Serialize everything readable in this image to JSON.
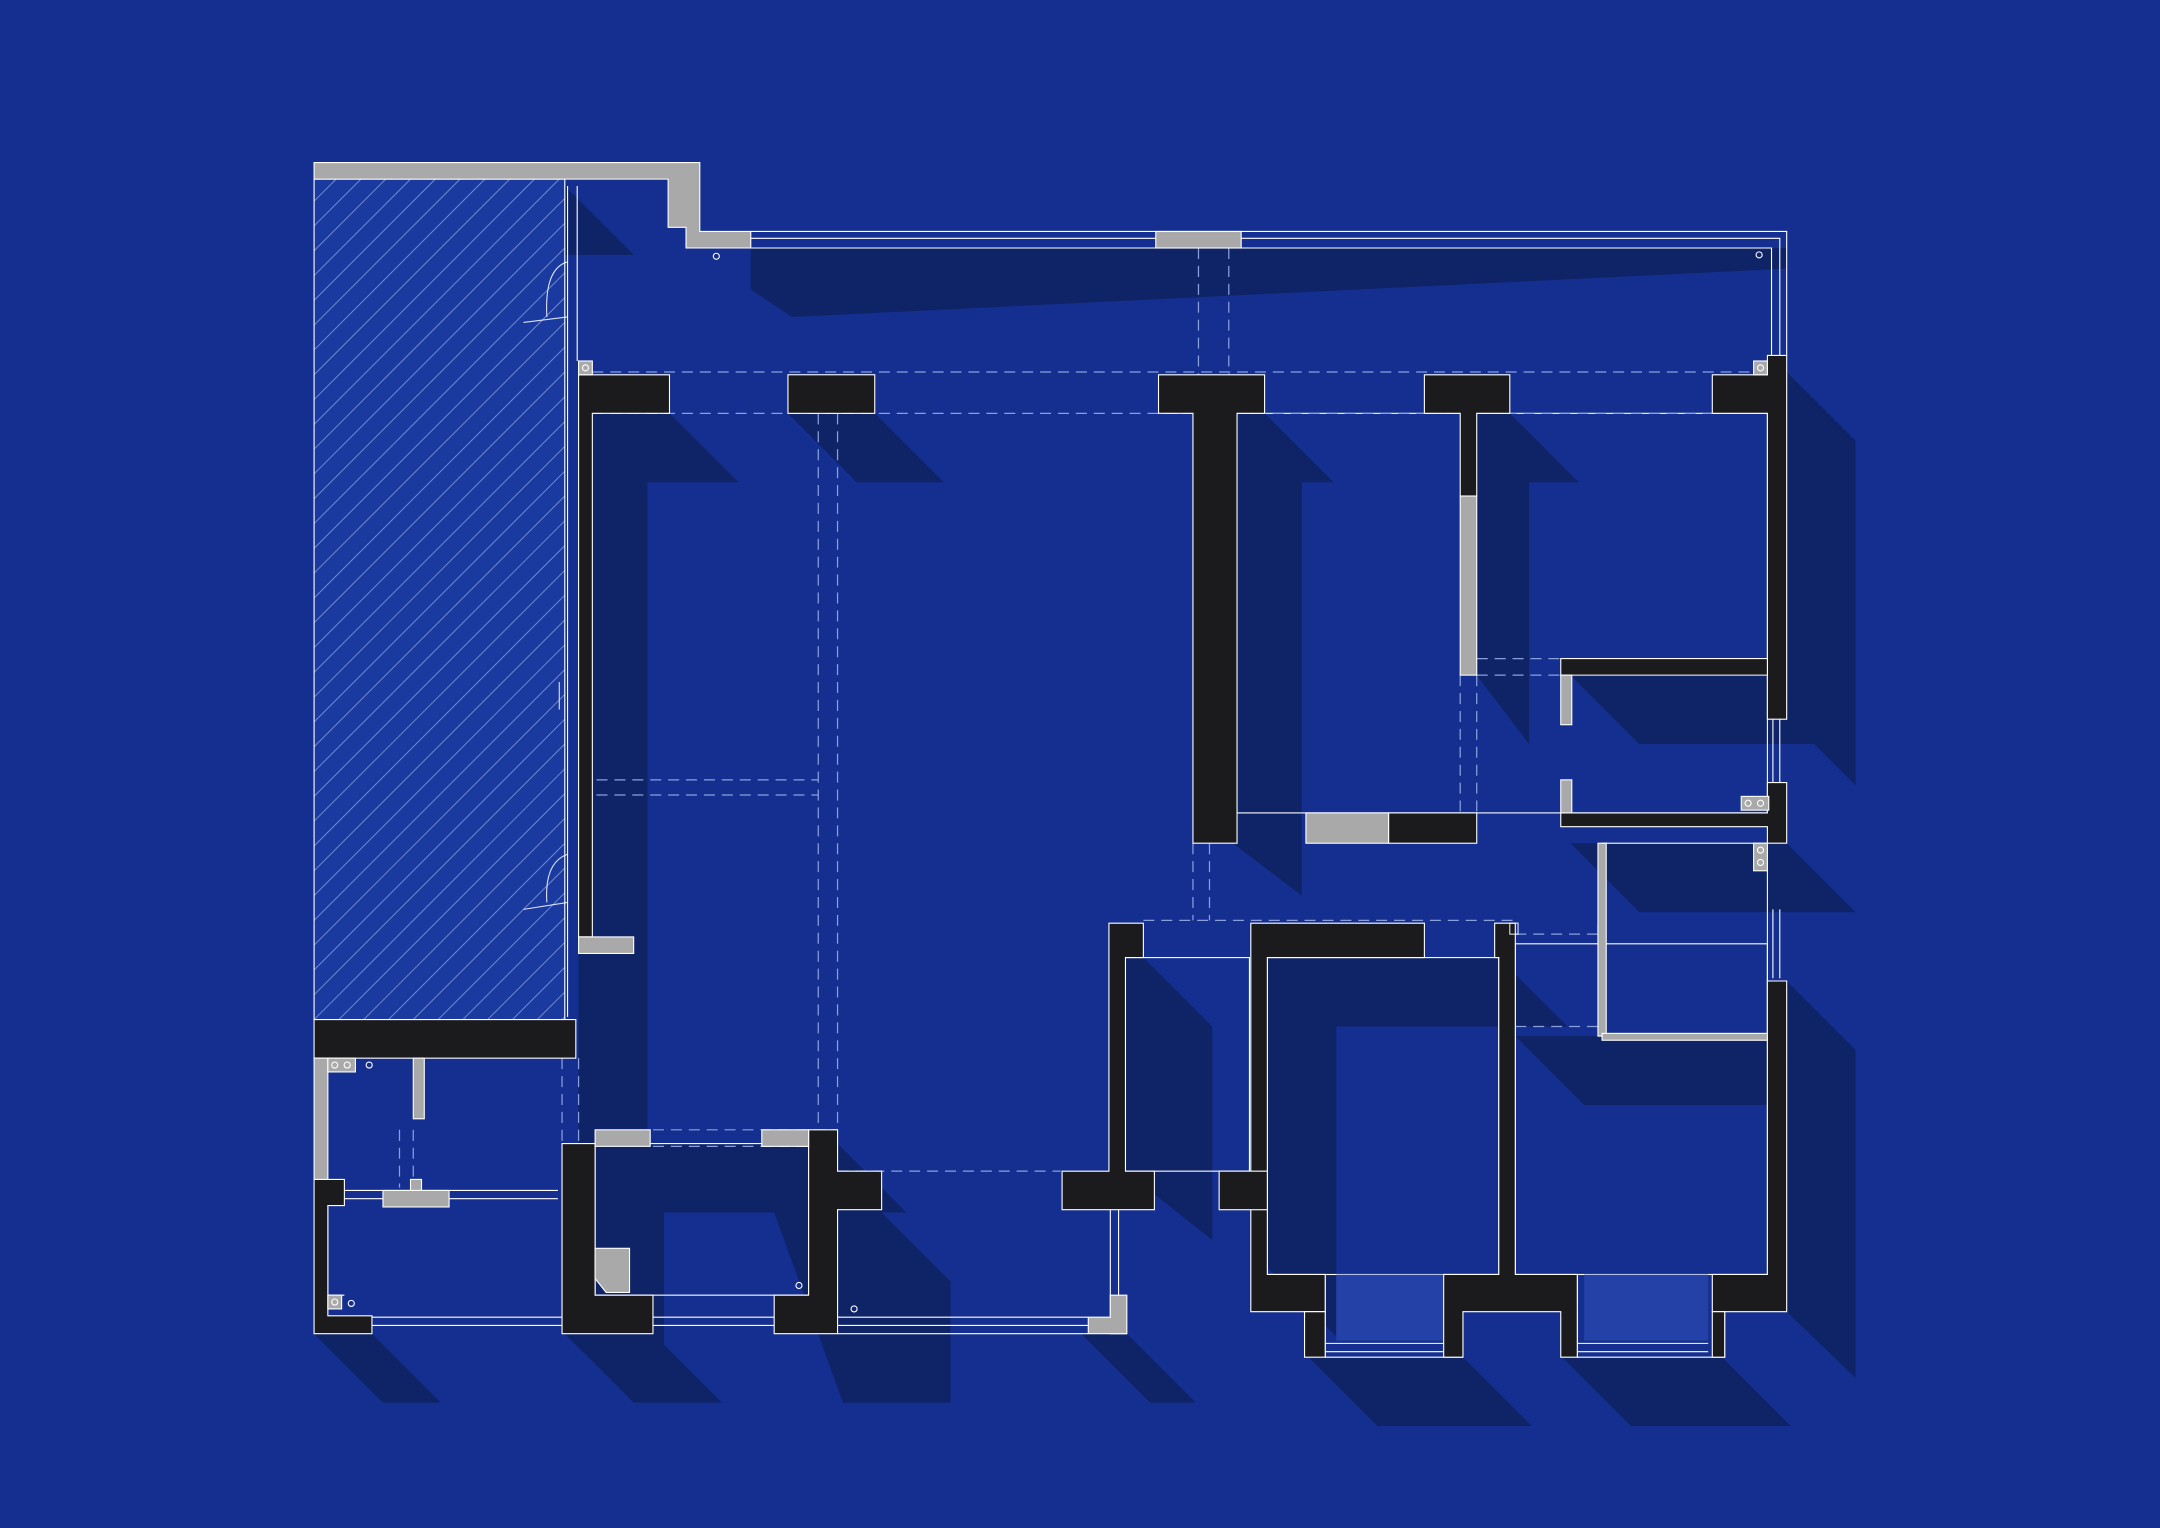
{
  "colors": {
    "background": "#142f8f",
    "shadow": "#0f2367",
    "wall": "#1b1b1d",
    "partition": "#a9a9a9",
    "line": "#ffffff",
    "dashed": "#8aa0dd",
    "balcony_fill": "#1a3aa0"
  },
  "icons": {
    "structural_wall": "black-wall",
    "partition_wall": "gray-wall",
    "window": "window-lines",
    "door": "door-swing",
    "drain": "drain-icon",
    "beam_line": "dashed-beam"
  },
  "rooms": [
    {
      "id": "balcony-west",
      "name": ""
    },
    {
      "id": "living",
      "name": ""
    },
    {
      "id": "kitchen",
      "name": ""
    },
    {
      "id": "bedroom-north",
      "name": ""
    },
    {
      "id": "bedroom-east",
      "name": ""
    },
    {
      "id": "bedroom-south-1",
      "name": ""
    },
    {
      "id": "bedroom-south-2",
      "name": ""
    },
    {
      "id": "bathroom-1",
      "name": ""
    },
    {
      "id": "bathroom-2",
      "name": ""
    },
    {
      "id": "utility",
      "name": ""
    }
  ]
}
